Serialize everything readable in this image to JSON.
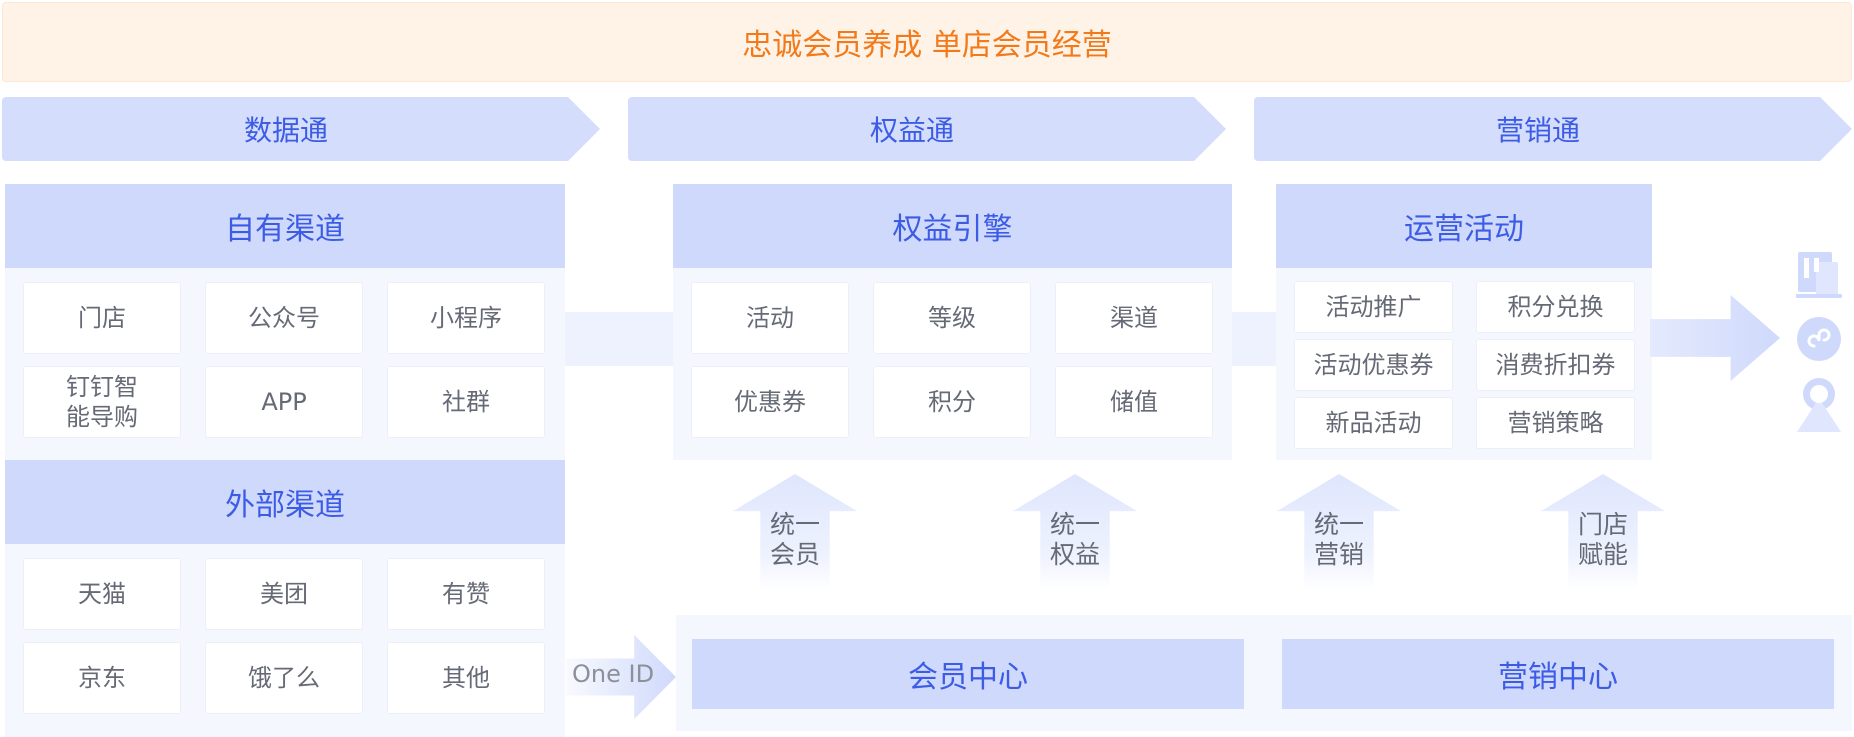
{
  "banner": {
    "title": "忠诚会员养成 单店会员经营"
  },
  "chevrons": [
    "数据通",
    "权益通",
    "营销通"
  ],
  "own_channels": {
    "title": "自有渠道",
    "items": [
      "门店",
      "公众号",
      "小程序",
      "钉钉智\n能导购",
      "APP",
      "社群"
    ]
  },
  "external_channels": {
    "title": "外部渠道",
    "items": [
      "天猫",
      "美团",
      "有赞",
      "京东",
      "饿了么",
      "其他"
    ]
  },
  "rights_engine": {
    "title": "权益引擎",
    "items": [
      "活动",
      "等级",
      "渠道",
      "优惠券",
      "积分",
      "储值"
    ]
  },
  "operations": {
    "title": "运营活动",
    "items": [
      "活动推广",
      "积分兑换",
      "活动优惠券",
      "消费折扣券",
      "新品活动",
      "营销策略"
    ]
  },
  "up_arrows": [
    "统一\n会员",
    "统一\n权益",
    "统一\n营销",
    "门店\n赋能"
  ],
  "one_id": "One ID",
  "centers": [
    "会员中心",
    "营销中心"
  ],
  "colors": {
    "accent": "#3d5ce6",
    "banner_text": "#f27a1a",
    "panel_head": "#cfd9fb",
    "chevron": "#d4ddfc"
  },
  "icons": [
    "building-icon",
    "mini-program-icon",
    "user-icon"
  ]
}
